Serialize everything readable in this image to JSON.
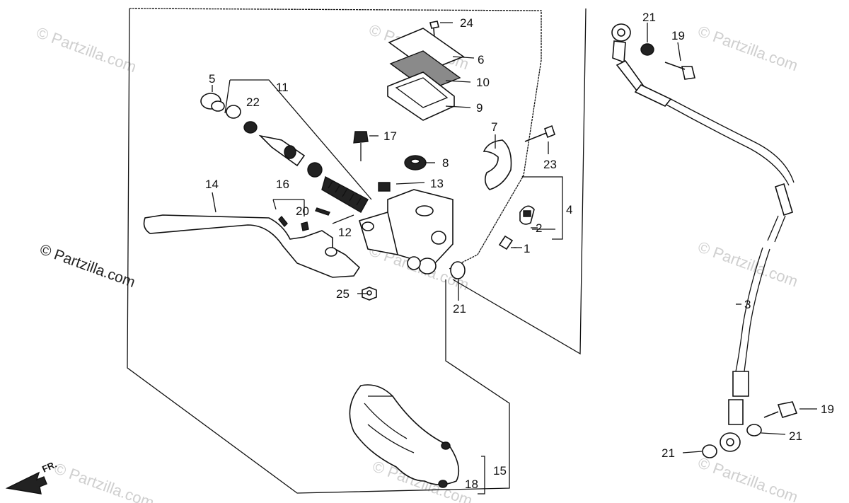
{
  "watermarks": [
    {
      "id": "wm-1",
      "text": "© Partzilla.com",
      "style": "faint"
    },
    {
      "id": "wm-2",
      "text": "© Partzilla.com",
      "style": "faint"
    },
    {
      "id": "wm-3",
      "text": "© Partzilla.com",
      "style": "faint"
    },
    {
      "id": "wm-4",
      "text": "© Partzilla.com",
      "style": "faint"
    },
    {
      "id": "wm-5",
      "text": "© Partzilla.com",
      "style": "strong"
    },
    {
      "id": "wm-6",
      "text": "© Partzilla.com",
      "style": "faint"
    },
    {
      "id": "wm-7",
      "text": "© Partzilla.com",
      "style": "faint"
    },
    {
      "id": "wm-8",
      "text": "© Partzilla.com",
      "style": "faint"
    },
    {
      "id": "wm-9",
      "text": "© Partzilla.com",
      "style": "faint"
    }
  ],
  "direction_label": "FR.",
  "callouts": {
    "c1": "1",
    "c2": "2",
    "c3": "3",
    "c4": "4",
    "c5": "5",
    "c6": "6",
    "c7": "7",
    "c8": "8",
    "c9": "9",
    "c10": "10",
    "c11": "11",
    "c12": "12",
    "c13": "13",
    "c14": "14",
    "c15": "15",
    "c16": "16",
    "c17": "17",
    "c18": "18",
    "c19a": "19",
    "c19b": "19",
    "c20": "20",
    "c21a": "21",
    "c21b": "21",
    "c21c": "21",
    "c21d": "21",
    "c22": "22",
    "c23": "23",
    "c24": "24",
    "c25": "25"
  },
  "colors": {
    "line": "#111111",
    "watermark": "#cfcfcf",
    "background": "#ffffff"
  }
}
